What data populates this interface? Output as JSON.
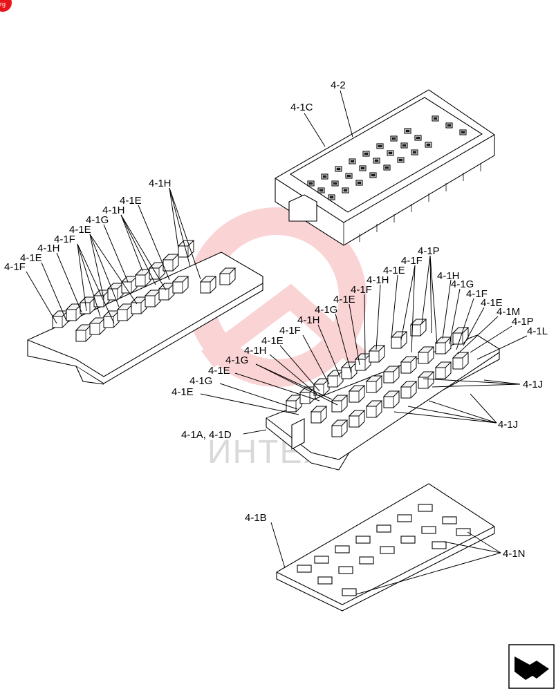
{
  "corner_badge": {
    "text": "rg",
    "color": "#e8141b"
  },
  "watermark": {
    "text": "ИНТЕХ",
    "color": "#e8141b"
  },
  "labels": {
    "top_box": [
      "4-2",
      "4-1C"
    ],
    "left_block": [
      "4-1H",
      "4-1E",
      "4-1H",
      "4-1G",
      "4-1E",
      "4-1F",
      "4-1H",
      "4-1E",
      "4-1F"
    ],
    "middle_block_upper": [
      "4-1P",
      "4-1F",
      "4-1E",
      "4-1H",
      "4-1F",
      "4-1E",
      "4-1G",
      "4-1H",
      "4-1F",
      "4-1E",
      "4-1H",
      "4-1G",
      "4-1E",
      "4-1G",
      "4-1E"
    ],
    "middle_block_right": [
      "4-1H",
      "4-1G",
      "4-1F",
      "4-1E",
      "4-1M",
      "4-1P",
      "4-1L",
      "4-1J",
      "4-1J"
    ],
    "middle_block_base": "4-1A, 4-1D",
    "bottom_tray": [
      "4-1B",
      "4-1N"
    ]
  },
  "nav": {
    "icon": "next-page-arrow-icon"
  }
}
